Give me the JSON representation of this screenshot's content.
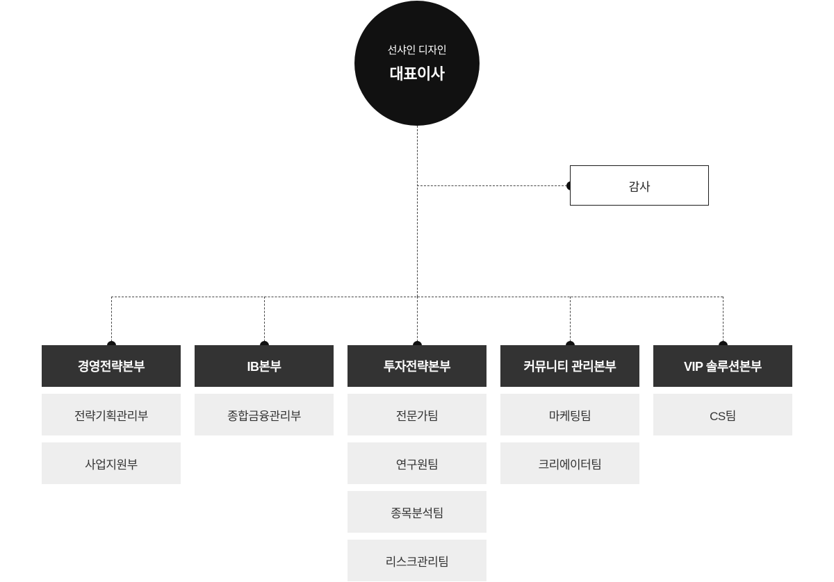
{
  "colors": {
    "circle_bg": "#111111",
    "dept_header_bg": "#333333",
    "dept_header_text": "#ffffff",
    "team_bg": "#eeeeee",
    "team_text": "#333333",
    "connector_line": "#444444",
    "page_bg": "#ffffff"
  },
  "ceo": {
    "company": "선샤인 디자인",
    "title": "대표이사"
  },
  "audit": {
    "label": "감사"
  },
  "departments": [
    {
      "name": "경영전략본부",
      "teams": [
        "전략기획관리부",
        "사업지원부"
      ]
    },
    {
      "name": "IB본부",
      "teams": [
        "종합금융관리부"
      ]
    },
    {
      "name": "투자전략본부",
      "teams": [
        "전문가팀",
        "연구원팀",
        "종목분석팀",
        "리스크관리팀"
      ]
    },
    {
      "name": "커뮤니티 관리본부",
      "teams": [
        "마케팅팀",
        "크리에이터팀"
      ]
    },
    {
      "name": "VIP 솔루션본부",
      "teams": [
        "CS팀"
      ]
    }
  ]
}
